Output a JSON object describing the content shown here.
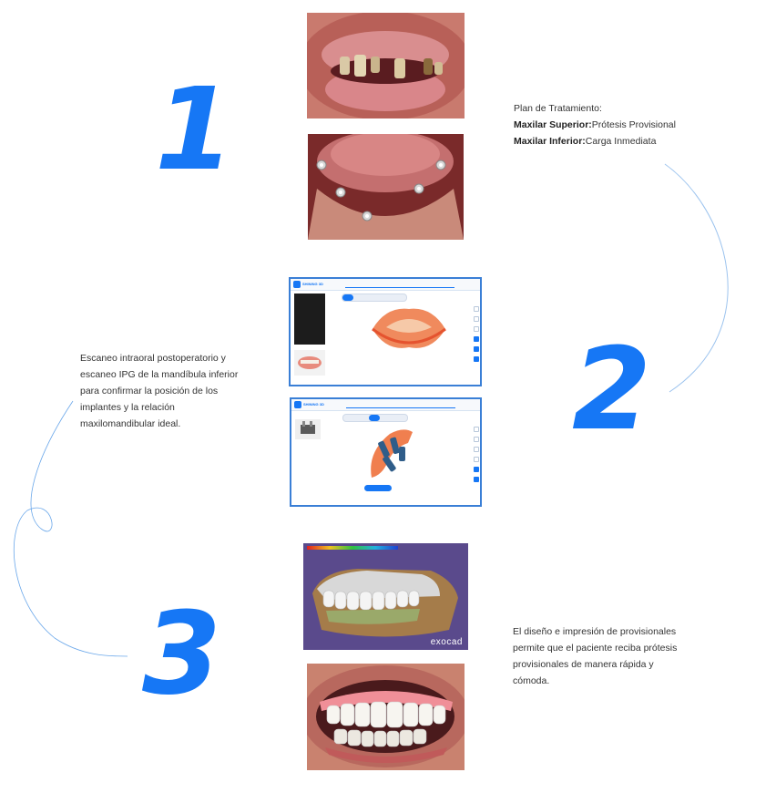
{
  "steps": {
    "one": {
      "number": "1"
    },
    "two": {
      "number": "2"
    },
    "three": {
      "number": "3"
    }
  },
  "plan": {
    "title": "Plan de Tratamiento:",
    "upper_label": "Maxilar Superior:",
    "upper_value": "Prótesis Provisional",
    "lower_label": "Maxilar Inferior:",
    "lower_value": "Carga Inmediata"
  },
  "scan_caption": {
    "lines": [
      "Escaneo intraoral postoperatorio y",
      "escaneo IPG de la mandíbula inferior",
      "para confirmar la posición de los",
      "implantes y la relación",
      "maxilomandibular ideal."
    ]
  },
  "design_caption": {
    "lines": [
      "El diseño e impresión de provisionales",
      "permite que el paciente reciba prótesis",
      "provisionales de manera rápida y",
      "cómoda."
    ]
  },
  "software": {
    "brand": "SHINING 3D",
    "exocad_label": "exocad"
  },
  "colors": {
    "accent": "#1677f5",
    "curve": "#9cc3ee"
  }
}
